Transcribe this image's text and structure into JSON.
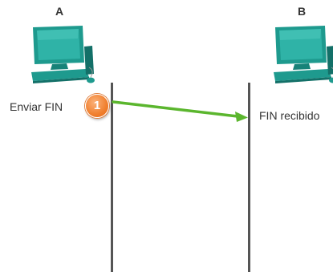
{
  "hosts": {
    "a": {
      "label": "A",
      "icon": "computer-icon"
    },
    "b": {
      "label": "B",
      "icon": "computer-icon"
    }
  },
  "events": {
    "send": "Enviar FIN",
    "receive": "FIN recibido"
  },
  "step": {
    "number": "1",
    "color": "#f07f2e"
  },
  "colors": {
    "monitor": "#1e9a8e",
    "monitor_screen": "#2fb3a7",
    "arrow": "#5bb62e",
    "timeline": "#555555"
  }
}
